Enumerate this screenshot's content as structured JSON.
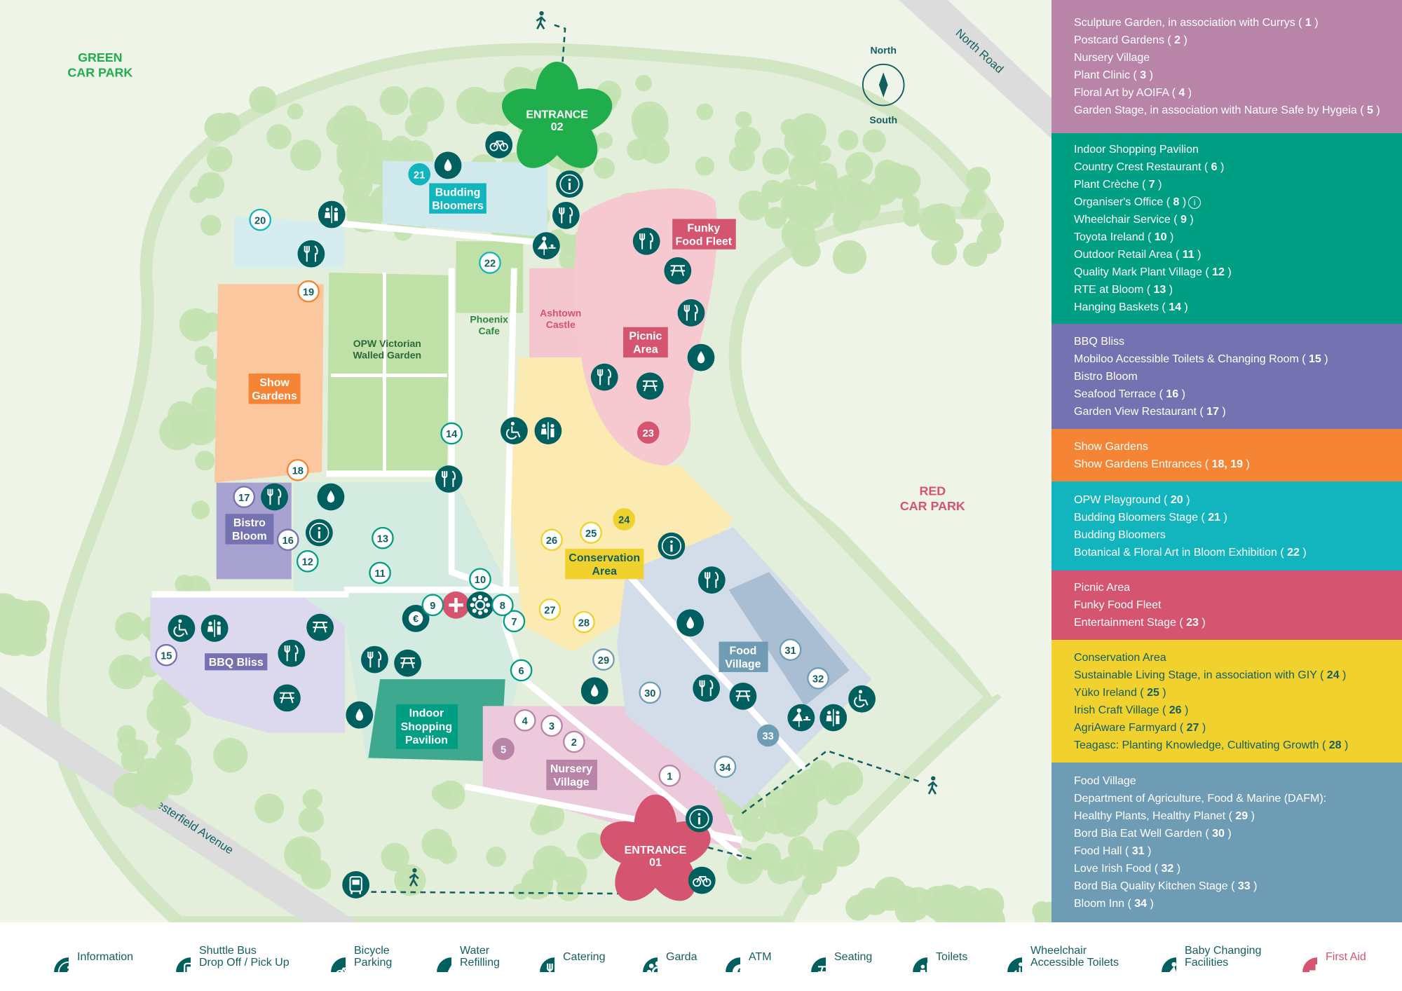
{
  "map": {
    "car_parks": {
      "green": [
        "GREEN",
        "CAR PARK"
      ],
      "red": [
        "RED",
        "CAR PARK"
      ]
    },
    "roads": {
      "north": "North Road",
      "chesterfield": "Chesterfield Avenue"
    },
    "compass": {
      "north": "North",
      "south": "South"
    },
    "entrances": {
      "e02": [
        "ENTRANCE",
        "02"
      ],
      "e01": [
        "ENTRANCE",
        "01"
      ]
    },
    "zone_labels": {
      "budding_bloomers": [
        "Budding",
        "Bloomers"
      ],
      "funky_food_fleet": [
        "Funky",
        "Food Fleet"
      ],
      "picnic_area": [
        "Picnic",
        "Area"
      ],
      "show_gardens": [
        "Show",
        "Gardens"
      ],
      "bistro_bloom": [
        "Bistro",
        "Bloom"
      ],
      "bbq_bliss": [
        "BBQ Bliss"
      ],
      "indoor_shopping": [
        "Indoor",
        "Shopping",
        "Pavilion"
      ],
      "nursery_village": [
        "Nursery",
        "Village"
      ],
      "conservation_area": [
        "Conservation",
        "Area"
      ],
      "food_village": [
        "Food",
        "Village"
      ],
      "walled_garden": [
        "OPW Victorian",
        "Walled Garden"
      ],
      "phoenix_cafe": [
        "Phoenix",
        "Cafe"
      ],
      "ashtown_castle": [
        "Ashtown",
        "Castle"
      ]
    },
    "markers": [
      "1",
      "2",
      "3",
      "4",
      "5",
      "6",
      "7",
      "8",
      "9",
      "10",
      "11",
      "12",
      "13",
      "14",
      "15",
      "16",
      "17",
      "18",
      "19",
      "20",
      "21",
      "22",
      "23",
      "24",
      "25",
      "26",
      "27",
      "28",
      "29",
      "30",
      "31",
      "32",
      "33",
      "34"
    ]
  },
  "colors": {
    "purple": "#b884a8",
    "teal": "#009e82",
    "violet": "#7472b0",
    "orange": "#f58534",
    "cyan": "#12b5bd",
    "red": "#d55470",
    "yellow": "#f1d12d",
    "blue": "#6f9cb5",
    "icon": "#005f5f",
    "green": "#1fae4b"
  },
  "panel": [
    {
      "color": "#b884a8",
      "items": [
        {
          "name": "Sculpture Garden, in association with Currys",
          "num": "1"
        },
        {
          "name": "Postcard Gardens",
          "num": "2"
        },
        {
          "name": "Nursery Village"
        },
        {
          "name": "Plant Clinic",
          "num": "3"
        },
        {
          "name": "Floral Art by AOIFA",
          "num": "4"
        },
        {
          "name": "Garden Stage, in association with Nature Safe by Hygeia",
          "num": "5"
        }
      ]
    },
    {
      "color": "#009e82",
      "items": [
        {
          "name": "Indoor Shopping Pavilion"
        },
        {
          "name": "Country Crest Restaurant",
          "num": "6"
        },
        {
          "name": "Plant Crèche",
          "num": "7"
        },
        {
          "name": "Organiser's Office",
          "num": "8",
          "info": "i"
        },
        {
          "name": "Wheelchair Service",
          "num": "9"
        },
        {
          "name": "Toyota Ireland",
          "num": "10"
        },
        {
          "name": "Outdoor Retail Area",
          "num": "11"
        },
        {
          "name": "Quality Mark Plant Village",
          "num": "12"
        },
        {
          "name": "RTE at Bloom",
          "num": "13"
        },
        {
          "name": "Hanging Baskets",
          "num": "14"
        }
      ]
    },
    {
      "color": "#7472b0",
      "items": [
        {
          "name": "BBQ Bliss"
        },
        {
          "name": "Mobiloo Accessible Toilets & Changing Room",
          "num": "15"
        },
        {
          "name": "Bistro Bloom"
        },
        {
          "name": "Seafood Terrace",
          "num": "16"
        },
        {
          "name": "Garden View Restaurant",
          "num": "17"
        }
      ]
    },
    {
      "color": "#f58534",
      "items": [
        {
          "name": "Show Gardens"
        },
        {
          "name": "Show Gardens Entrances",
          "num": "18, 19"
        }
      ]
    },
    {
      "color": "#12b5bd",
      "items": [
        {
          "name": "OPW Playground",
          "num": "20"
        },
        {
          "name": "Budding Bloomers Stage",
          "num": "21"
        },
        {
          "name": "Budding Bloomers"
        },
        {
          "name": "Botanical & Floral Art in Bloom Exhibition",
          "num": "22"
        }
      ]
    },
    {
      "color": "#d55470",
      "items": [
        {
          "name": "Picnic Area"
        },
        {
          "name": "Funky Food Fleet"
        },
        {
          "name": "Entertainment Stage",
          "num": "23"
        }
      ]
    },
    {
      "color": "#f1d12d",
      "text": "#135f5f",
      "items": [
        {
          "name": "Conservation Area"
        },
        {
          "name": "Sustainable Living Stage, in association with GIY",
          "num": "24"
        },
        {
          "name": "Yüko Ireland",
          "num": "25"
        },
        {
          "name": "Irish Craft Village",
          "num": "26"
        },
        {
          "name": "AgriAware Farmyard",
          "num": "27"
        },
        {
          "name": "Teagasc: Planting Knowledge, Cultivating Growth",
          "num": "28"
        }
      ]
    },
    {
      "color": "#6f9cb5",
      "items": [
        {
          "name": "Food Village"
        },
        {
          "name": "Department of Agriculture, Food & Marine (DAFM):"
        },
        {
          "name": "Healthy Plants, Healthy Planet",
          "num": "29"
        },
        {
          "name": "Bord Bia Eat Well Garden",
          "num": "30"
        },
        {
          "name": "Food Hall",
          "num": "31"
        },
        {
          "name": "Love Irish Food",
          "num": "32"
        },
        {
          "name": "Bord Bia Quality Kitchen Stage",
          "num": "33"
        },
        {
          "name": "Bloom Inn",
          "num": "34"
        }
      ]
    }
  ],
  "legend": {
    "information": "Information",
    "shuttle": [
      "Shuttle Bus",
      "Drop Off / Pick Up"
    ],
    "bicycle": [
      "Bicycle",
      "Parking"
    ],
    "water": [
      "Water",
      "Refilling"
    ],
    "catering": "Catering",
    "garda": "Garda",
    "atm": "ATM",
    "seating": "Seating",
    "toilets": "Toilets",
    "wheelchair": [
      "Wheelchair",
      "Accessible Toilets"
    ],
    "baby": [
      "Baby Changing",
      "Facilities"
    ],
    "first_aid": "First Aid"
  }
}
